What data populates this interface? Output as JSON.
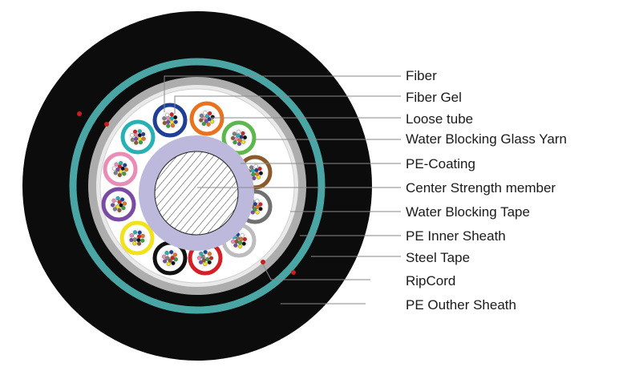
{
  "diagram": {
    "labels": [
      "Fiber",
      "Fiber Gel",
      "Loose tube",
      "Water Blocking Glass Yarn",
      "PE-Coating",
      "Center Strength member",
      "Water Blocking Tape",
      "PE Inner  Sheath",
      "Steel Tape",
      "RipCord",
      "PE Outher  Sheath"
    ],
    "colors": {
      "outer_sheath": "#0c0c0c",
      "steel_tape": "#4aa6a4",
      "pe_coating": "#bcb9dc",
      "ripcord": "#c81e1e",
      "leader_line": "#8a8a8a"
    },
    "loose_tube_colors": [
      "#1f3f95",
      "#e8731e",
      "#5cb84a",
      "#8a5a2b",
      "#707070",
      "#bdbdbd",
      "#d51f26",
      "#111111",
      "#f1e21b",
      "#7a4aa5",
      "#e98db6",
      "#28b1b5"
    ],
    "fiber_colors": [
      "#1f3f95",
      "#e8731e",
      "#3aa03a",
      "#8a5a2b",
      "#808080",
      "#ffffff",
      "#d51f26",
      "#111111",
      "#f1e21b",
      "#7a4aa5",
      "#e98db6",
      "#28b1b5"
    ]
  }
}
